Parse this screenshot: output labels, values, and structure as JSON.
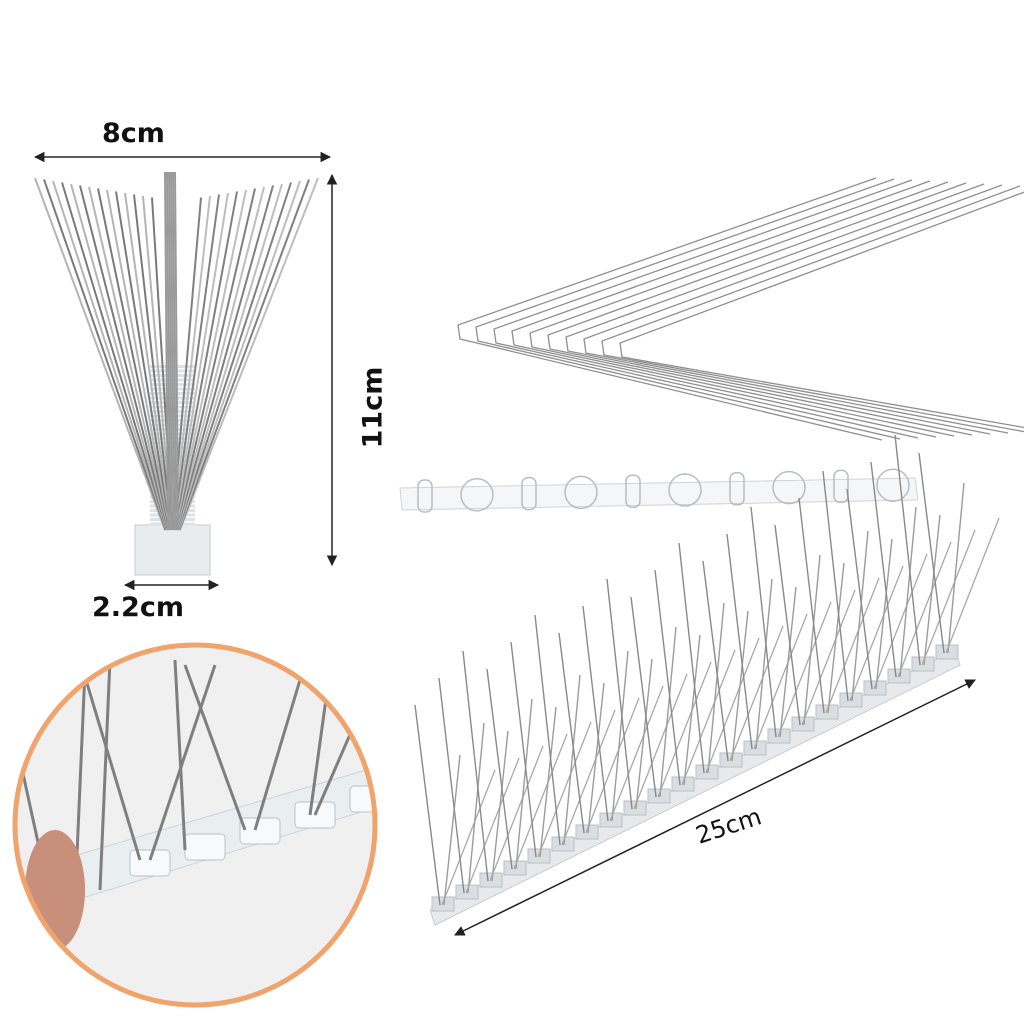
{
  "labels": {
    "width": "8cm",
    "height": "11cm",
    "base": "2.2cm",
    "length": "25cm"
  },
  "colors": {
    "background": "#ffffff",
    "spike_steel": "#8a8a8a",
    "base_plastic": "#dfe3e6",
    "circle_border": "#f0a36a",
    "dimension_line": "#222222"
  }
}
